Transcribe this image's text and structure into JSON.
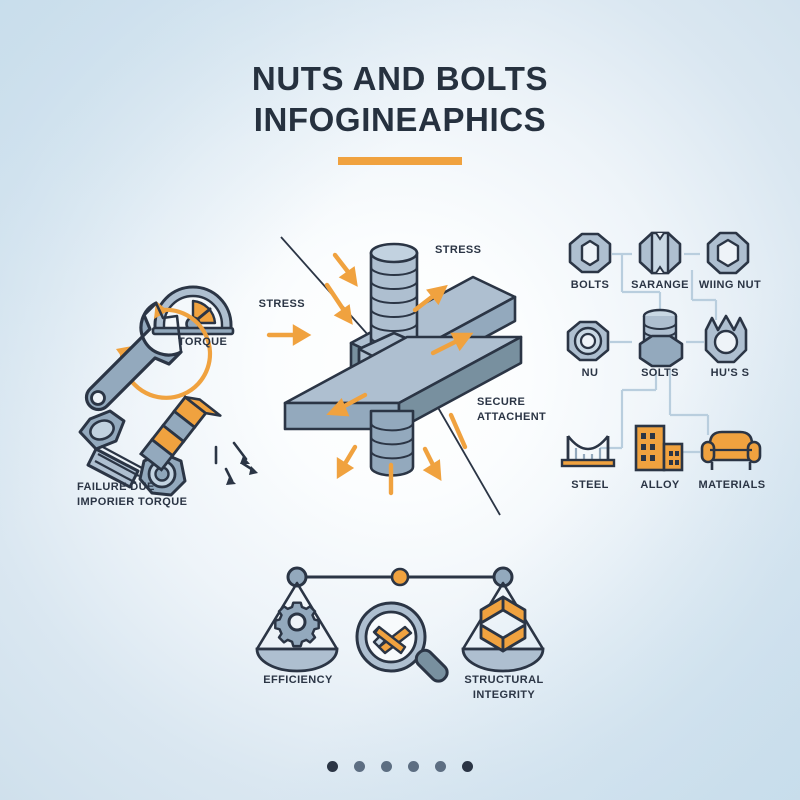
{
  "theme": {
    "ink": "#2b3545",
    "steel_light": "#aebfd0",
    "steel_mid": "#93a9bd",
    "steel_dark": "#78909f",
    "accent_orange": "#f0a23f",
    "line_blue": "#b9cede",
    "background_edge": "#cfe0ec"
  },
  "title": {
    "line1": "NUTS AND BOLTS",
    "line2": "INFOGINEAPHICS"
  },
  "left_panel": {
    "torque_label": "TORQUE",
    "failure_label": "FAILURE DUE\nIMPORIER TORQUE",
    "icons": {
      "gauge": "torque-gauge-icon",
      "wrench": "wrench-icon",
      "rotation_arrow": "rotation-arrow-icon",
      "bolt": "bolt-icon",
      "nut": "nut-icon",
      "shank": "striped-shank-icon",
      "break_arrows": "break-arrows-icon"
    }
  },
  "center_panel": {
    "stress_label_right": "STRESS",
    "stress_label_left": "STRESS",
    "secure_label": "SECURE\nATTACHENT",
    "icons": {
      "assembly": "bolt-beam-assembly-icon",
      "stress_arrows": "stress-arrow-icon"
    }
  },
  "right_panel": {
    "grid": [
      [
        {
          "label": "BOLTS",
          "icon": "hex-nut-icon"
        },
        {
          "label": "SARANGE",
          "icon": "carriage-bolt-icon"
        },
        {
          "label": "WIING NUT",
          "icon": "wing-nut-icon"
        }
      ],
      [
        {
          "label": "NU",
          "icon": "lock-nut-icon"
        },
        {
          "label": "SOLTS",
          "icon": "threaded-bolt-icon"
        },
        {
          "label": "HU'S S",
          "icon": "castle-nut-icon"
        }
      ],
      [
        {
          "label": "STEEL",
          "icon": "bridge-icon"
        },
        {
          "label": "ALLOY",
          "icon": "building-icon"
        },
        {
          "label": "MATERIALS",
          "icon": "armchair-icon"
        }
      ]
    ]
  },
  "bottom_panel": {
    "left_label": "EFFICIENCY",
    "right_label": "STRUCTURAL\nINTEGRITY",
    "icons": {
      "scale": "balance-scale-icon",
      "gear": "gear-icon",
      "cube": "hexagon-cube-icon",
      "magnifier": "magnifying-glass-icon"
    }
  },
  "pagination": {
    "total": 6,
    "dots": [
      "active",
      "inactive",
      "inactive",
      "inactive",
      "inactive",
      "active"
    ]
  }
}
